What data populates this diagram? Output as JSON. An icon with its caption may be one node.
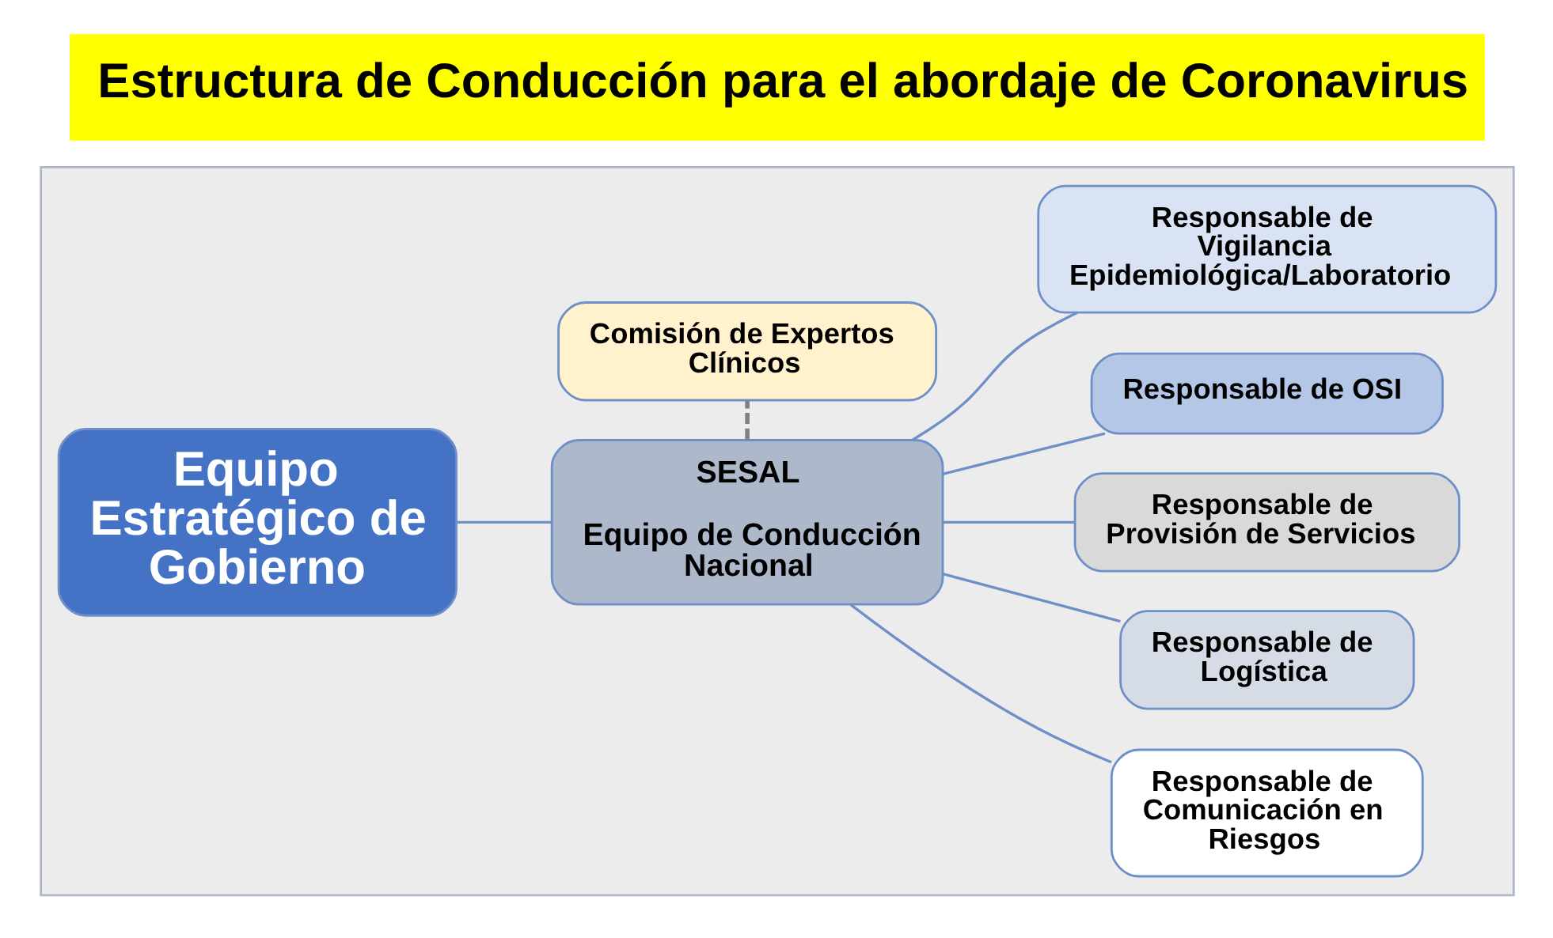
{
  "diagram": {
    "title": "Estructura de Conducción para el abordaje de Coronavirus",
    "nodes": [
      {
        "text": [],
        "shape": "box"
      },
      {
        "text": [
          "Equipo Estratégico de Gobierno"
        ],
        "in": 0
      },
      {
        "text": [
          "SESAL",
          "Equipo de Conducción Nacional"
        ],
        "in": 0
      },
      {
        "text": [
          "Responsable de Vigilancia Epidemiológica/Laboratorio"
        ],
        "in": 0
      },
      {
        "text": [
          "Responsable de OSI"
        ],
        "in": 0
      },
      {
        "text": [
          "Responsable de Provisión de Servicios"
        ],
        "in": 0
      },
      {
        "text": [
          "Responsable de Logística"
        ],
        "in": 0
      },
      {
        "text": [
          "Responsable de Comunicación en Riesgos"
        ],
        "in": 0
      },
      {
        "text": [
          "Comisión de Expertos Clínicos"
        ],
        "in": 0
      }
    ],
    "edges": [
      {
        "from": 1,
        "to": 2,
        "arrow": "none"
      },
      {
        "from": 2,
        "to": 3,
        "arrow": "none"
      },
      {
        "from": 2,
        "to": 4,
        "arrow": "none"
      },
      {
        "from": 2,
        "to": 5,
        "arrow": "none"
      },
      {
        "from": 2,
        "to": 6,
        "arrow": "none"
      },
      {
        "from": 2,
        "to": 7,
        "arrow": "none"
      },
      {
        "from": 2,
        "to": 8,
        "arrow": "none",
        "style": "dashed",
        "color": "#808080"
      }
    ]
  }
}
